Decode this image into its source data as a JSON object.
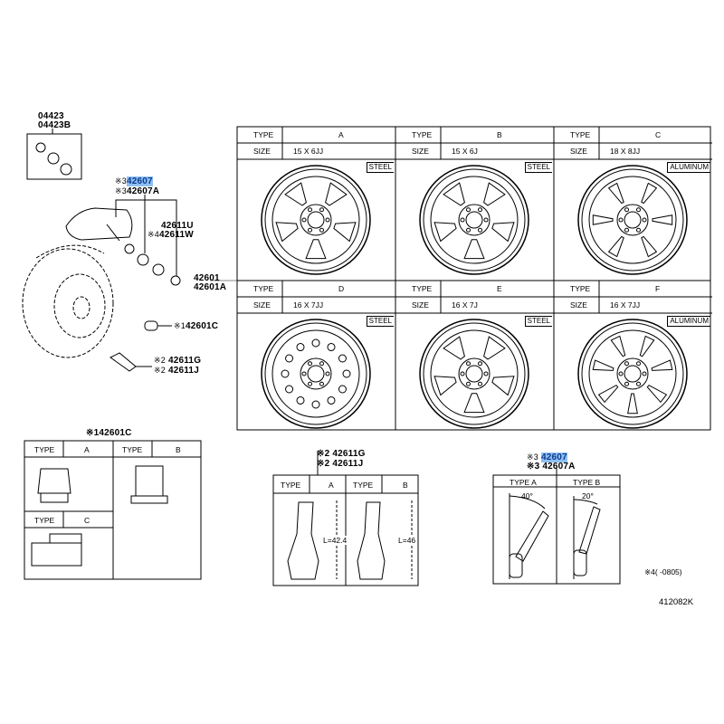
{
  "labels": {
    "grommet_a": "04423",
    "grommet_b": "04423B",
    "sensor_mark": "※3",
    "sensor_a": "42607",
    "sensor_b": "42607A",
    "valve_core_a": "42611U",
    "valve_core_b_mark": "※4",
    "valve_core_b": "42611W",
    "wheel_a": "42601",
    "wheel_b": "42601A",
    "nut_mark": "※1",
    "nut": "42601C",
    "valve_mark": "※2",
    "valve_a": "42611G",
    "valve_b": "42611J"
  },
  "wheel_table": {
    "type_label": "TYPE",
    "size_label": "SIZE",
    "wheels": [
      {
        "type": "A",
        "size": "15 X 6JJ",
        "material": "STEEL"
      },
      {
        "type": "B",
        "size": "15 X 6J",
        "material": "STEEL"
      },
      {
        "type": "C",
        "size": "18 X 8JJ",
        "material": "ALUMINUM"
      },
      {
        "type": "D",
        "size": "16 X 7JJ",
        "material": "STEEL"
      },
      {
        "type": "E",
        "size": "16 X 7J",
        "material": "STEEL"
      },
      {
        "type": "F",
        "size": "16 X 7JJ",
        "material": "ALUMINUM"
      }
    ]
  },
  "nut_table": {
    "title": "※142601C",
    "type_label": "TYPE",
    "types": [
      "A",
      "B",
      "C"
    ]
  },
  "valve_table": {
    "title_a": "※2  42611G",
    "title_b": "※2  42611J",
    "type_label": "TYPE",
    "types": [
      "A",
      "B"
    ],
    "dims": [
      "L=42.4",
      "L=46"
    ]
  },
  "sensor_table": {
    "title_a_mark": "※3",
    "title_a": "42607",
    "title_b": "※3  42607A",
    "types": [
      "TYPE A",
      "TYPE B"
    ],
    "angles": [
      "40°",
      "20°"
    ]
  },
  "footnote": "※4(      -0805)",
  "diagram_code": "412082K"
}
